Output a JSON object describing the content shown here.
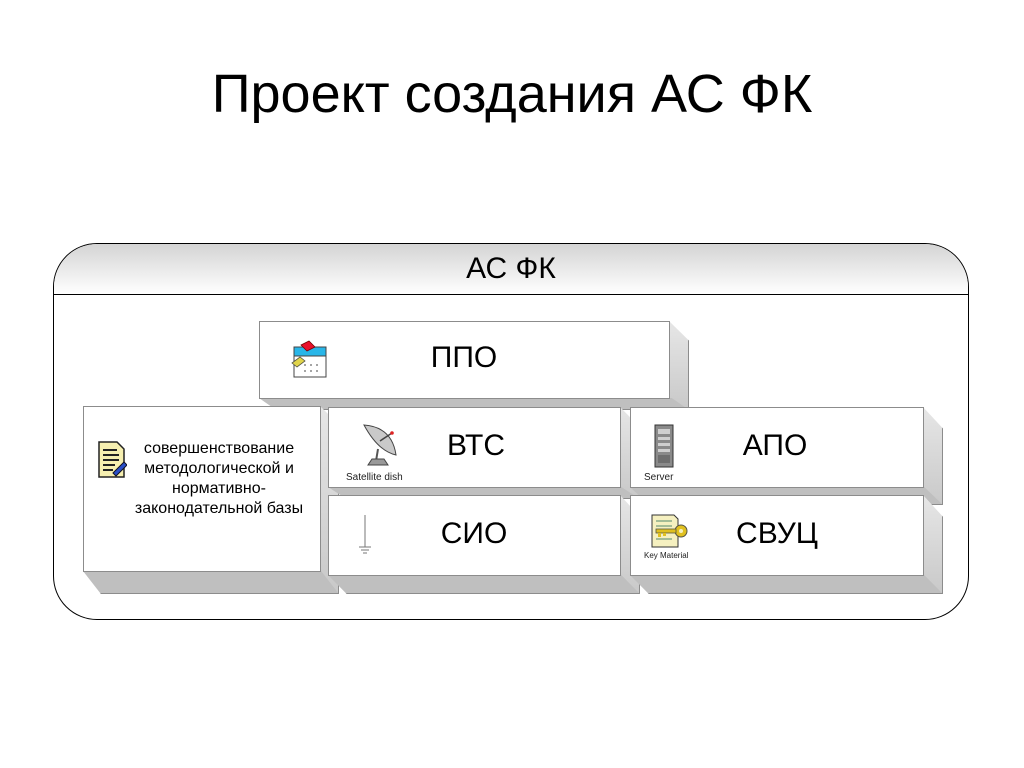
{
  "slide": {
    "title": "Проект создания АС ФК"
  },
  "container": {
    "title": "АС ФК"
  },
  "boxes": {
    "ppo": {
      "label": "ППО",
      "icon": "calendar-icon"
    },
    "normative": {
      "text": "совершенствование методологической и нормативно-законодательной базы",
      "icon": "document-icon"
    },
    "vts": {
      "label": "ВТС",
      "icon": "satellite-dish-icon",
      "icon_caption": "Satellite dish"
    },
    "apo": {
      "label": "АПО",
      "icon": "server-icon",
      "icon_caption": "Server"
    },
    "sio": {
      "label": "СИО",
      "icon": "ground-icon"
    },
    "svuts": {
      "label": "СВУЦ",
      "icon": "key-icon",
      "icon_caption": "Key Material"
    }
  },
  "colors": {
    "border": "#000000",
    "box_edge": "#8c8c8c",
    "box_shade": "#bfbfbf"
  }
}
